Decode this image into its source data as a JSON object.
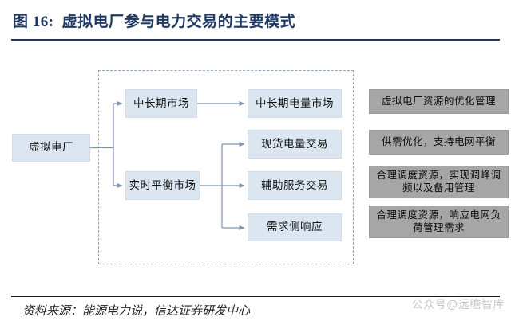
{
  "header": {
    "figure_number": "图 16:",
    "title": "虚拟电厂参与电力交易的主要模式"
  },
  "footer": {
    "source": "资料来源：能源电力说，信达证券研发中心",
    "watermark": "公众号@远瞻智库"
  },
  "colors": {
    "title_blue": "#1f3864",
    "node_blue_fill": "#dce6f1",
    "note_gray_fill": "#a6a6a6",
    "connector": "#7f93ad",
    "dashed_border": "#8fa6c4"
  },
  "diagram": {
    "root": {
      "label": "虚拟电厂"
    },
    "markets": [
      {
        "label": "中长期市场"
      },
      {
        "label": "实时平衡市场"
      }
    ],
    "products": [
      {
        "label": "中长期电量市场"
      },
      {
        "label": "现货电量交易"
      },
      {
        "label": "辅助服务交易"
      },
      {
        "label": "需求侧响应"
      }
    ],
    "notes": [
      {
        "label": "虚拟电厂资源的优化管理"
      },
      {
        "label": "供需优化，支持电网平衡"
      },
      {
        "label": "合理调度资源，实现调峰调频以及备用管理"
      },
      {
        "label": "合理调度资源，响应电网负荷管理需求"
      }
    ]
  }
}
